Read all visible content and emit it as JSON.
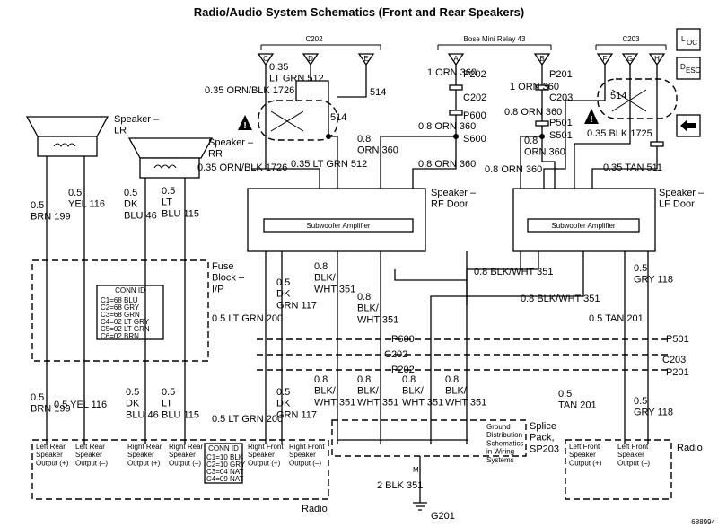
{
  "title": "Radio/Audio System Schematics (Front and Rear Speakers)",
  "ref_id": "688994",
  "buttons": {
    "loc": "LOC",
    "desc": "DESC",
    "back_arrow": "left-arrow-icon"
  },
  "connectors": {
    "c202": "C202",
    "c203": "C203",
    "bose_relay": "Bose Mini Relay 43",
    "c202_pins": [
      "C",
      "D",
      "E"
    ],
    "relay_pins": [
      "A",
      "B"
    ],
    "c203_pins": [
      "F",
      "G",
      "H"
    ]
  },
  "speakers": {
    "lr": "Speaker –\nLR",
    "rr": "Speaker –\nRR",
    "rf": "Speaker –\nRF Door",
    "lf": "Speaker –\nLF Door",
    "sub_amp": "Subwoofer Amplifier"
  },
  "fuse_block": {
    "label": "Fuse\nBlock –\nI/P",
    "conn_id_title": "CONN ID",
    "conn_id_rows": [
      "C1=68 BLU",
      "C2=68 GRY",
      "C3=68 GRN",
      "C4=02 LT GRY",
      "C5=02 LT GRN",
      "C6=02 BRN"
    ]
  },
  "radio": {
    "label": "Radio",
    "conn_id_title": "CONN ID",
    "conn_id_rows": [
      "C1=10 BLK",
      "C2=10 GRY",
      "C3=04 NAT",
      "C4=09 NAT"
    ],
    "outputs": [
      "Left Rear\nSpeaker\nOutput (+)",
      "Left Rear\nSpeaker\nOutput (–)",
      "Right Rear\nSpeaker\nOutput (+)",
      "Right Rear\nSpeaker\nOutput (–)",
      "Right Front\nSpeaker\nOutput (+)",
      "Right Front\nSpeaker\nOutput (–)",
      "Left Front\nSpeaker\nOutput (+)",
      "Left Front\nSpeaker\nOutput (–)"
    ]
  },
  "splice": {
    "label": "Splice\nPack,\nSP203",
    "ground_note": "Ground\nDistribution\nSchematics\nin Wiring\nSystems",
    "ground": "G201",
    "ground_wire": "2 BLK  351",
    "pin_m": "M"
  },
  "wires": {
    "orn_blk_1726": "0.35 ORN/BLK 1726",
    "lt_grn_512": "0.35\nLT GRN  512",
    "w514": "514",
    "w514b": "514",
    "w514c": "514",
    "orn_1_360": "1 ORN  360",
    "orn_1_360b": "1 ORN  360",
    "orn_08_360": "0.8 ORN  360",
    "orn_08_360b": "0.8 ORN  360",
    "orn_08_360c": "0.8\nORN  360",
    "orn_08_360d": "0.8 ORN  360",
    "orn_08_360e": "0.8 ORN  360",
    "orn_08_360f": "0.8\nORN  360",
    "blk_1725": "0.35 BLK  1725",
    "tan_511": "0.35 TAN  511",
    "orn_blk_1726b": "0.35 ORN/BLK  1726",
    "lt_grn_512b": "0.35 LT GRN  512",
    "brn_199": "0.5\nBRN  199",
    "yel_116": "0.5\nYEL  116",
    "dk_blu_46": "0.5\nDK\nBLU  46",
    "lt_blu_115": "0.5\nLT\nBLU  115",
    "brn_199b": "0.5\nBRN  199",
    "yel_116b": "0.5  YEL  116",
    "dk_blu_46b": "0.5\nDK\nBLU  46",
    "lt_blu_115b": "0.5\nLT\nBLU  115",
    "lt_grn_200": "0.5 LT GRN  200",
    "lt_grn_200b": "0.5 LT GRN  200",
    "dk_grn_117": "0.5\nDK\nGRN  117",
    "dk_grn_117b": "0.5\nDK\nGRN  117",
    "blk_wht_351a": "0.8\nBLK/\nWHT  351",
    "blk_wht_351b": "0.8\nBLK/\nWHT  351",
    "blk_wht_351c": "0.8 BLK/WHT  351",
    "blk_wht_351d": "0.8 BLK/WHT  351",
    "blk_wht_351e": "0.8\nBLK/\nWHT  351",
    "blk_wht_351f": "0.8\nBLK/\nWHT  351",
    "blk_wht_351g": "0.8\nBLK/\nWHT  351",
    "blk_wht_351h": "0.8\nBLK/\nWHT  351",
    "tan_201": "0.5 TAN  201",
    "tan_201b": "0.5\nTAN  201",
    "gry_118": "0.5\nGRY  118",
    "gry_118b": "0.5\nGRY  118"
  },
  "inline": {
    "p202": "P202",
    "c202b": "C202",
    "p600": "P600",
    "s600": "S600",
    "p201": "P201",
    "c203b": "C203",
    "p501": "P501",
    "s501": "S501",
    "p600b": "P600",
    "c202c": "C202",
    "p202b": "P202",
    "p501b": "P501",
    "c203c": "C203",
    "p201b": "P201"
  }
}
